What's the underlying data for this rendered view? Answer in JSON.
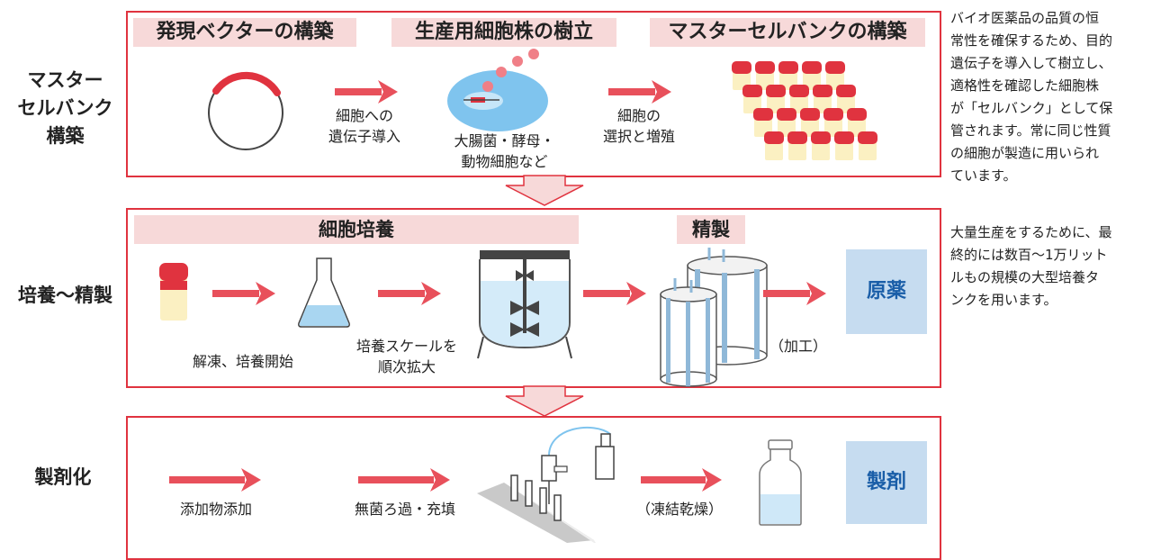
{
  "stages": {
    "s1": "マスター\nセルバンク\n構築",
    "s2": "培養〜精製",
    "s3": "製剤化"
  },
  "panel1": {
    "bands": [
      "発現ベクターの構築",
      "生産用細胞株の樹立",
      "マスターセルバンクの構築"
    ],
    "cap_arrow1": "細胞への\n遺伝子導入",
    "cap_cells": "大腸菌・酵母・\n動物細胞など",
    "cap_arrow2": "細胞の\n選択と増殖"
  },
  "panel2": {
    "band_culture": "細胞培養",
    "band_purify": "精製",
    "cap_thaw": "解凍、培養開始",
    "cap_scale": "培養スケールを\n順次拡大",
    "cap_process": "（加工）",
    "result": "原薬"
  },
  "panel3": {
    "cap_additive": "添加物添加",
    "cap_fill": "無菌ろ過・充填",
    "cap_freeze": "（凍結乾燥）",
    "result": "製剤"
  },
  "notes": {
    "note1": "バイオ医薬品の品質の恒\n常性を確保するため、目的\n遺伝子を導入して樹立し、\n適格性を確認した細胞株\nが「セルバンク」として保\n管されます。常に同じ性質\nの細胞が製造に用いられ\nています。",
    "note2": "大量生産をするために、最\n終的には数百〜1万リット\nルもの規模の大型培養タ\nンクを用います。"
  },
  "colors": {
    "accent": "#e0333f",
    "arrow": "#e8505b",
    "band": "#f7d9d9",
    "result_box": "#c6dcf0",
    "result_text": "#1a5ea8"
  }
}
